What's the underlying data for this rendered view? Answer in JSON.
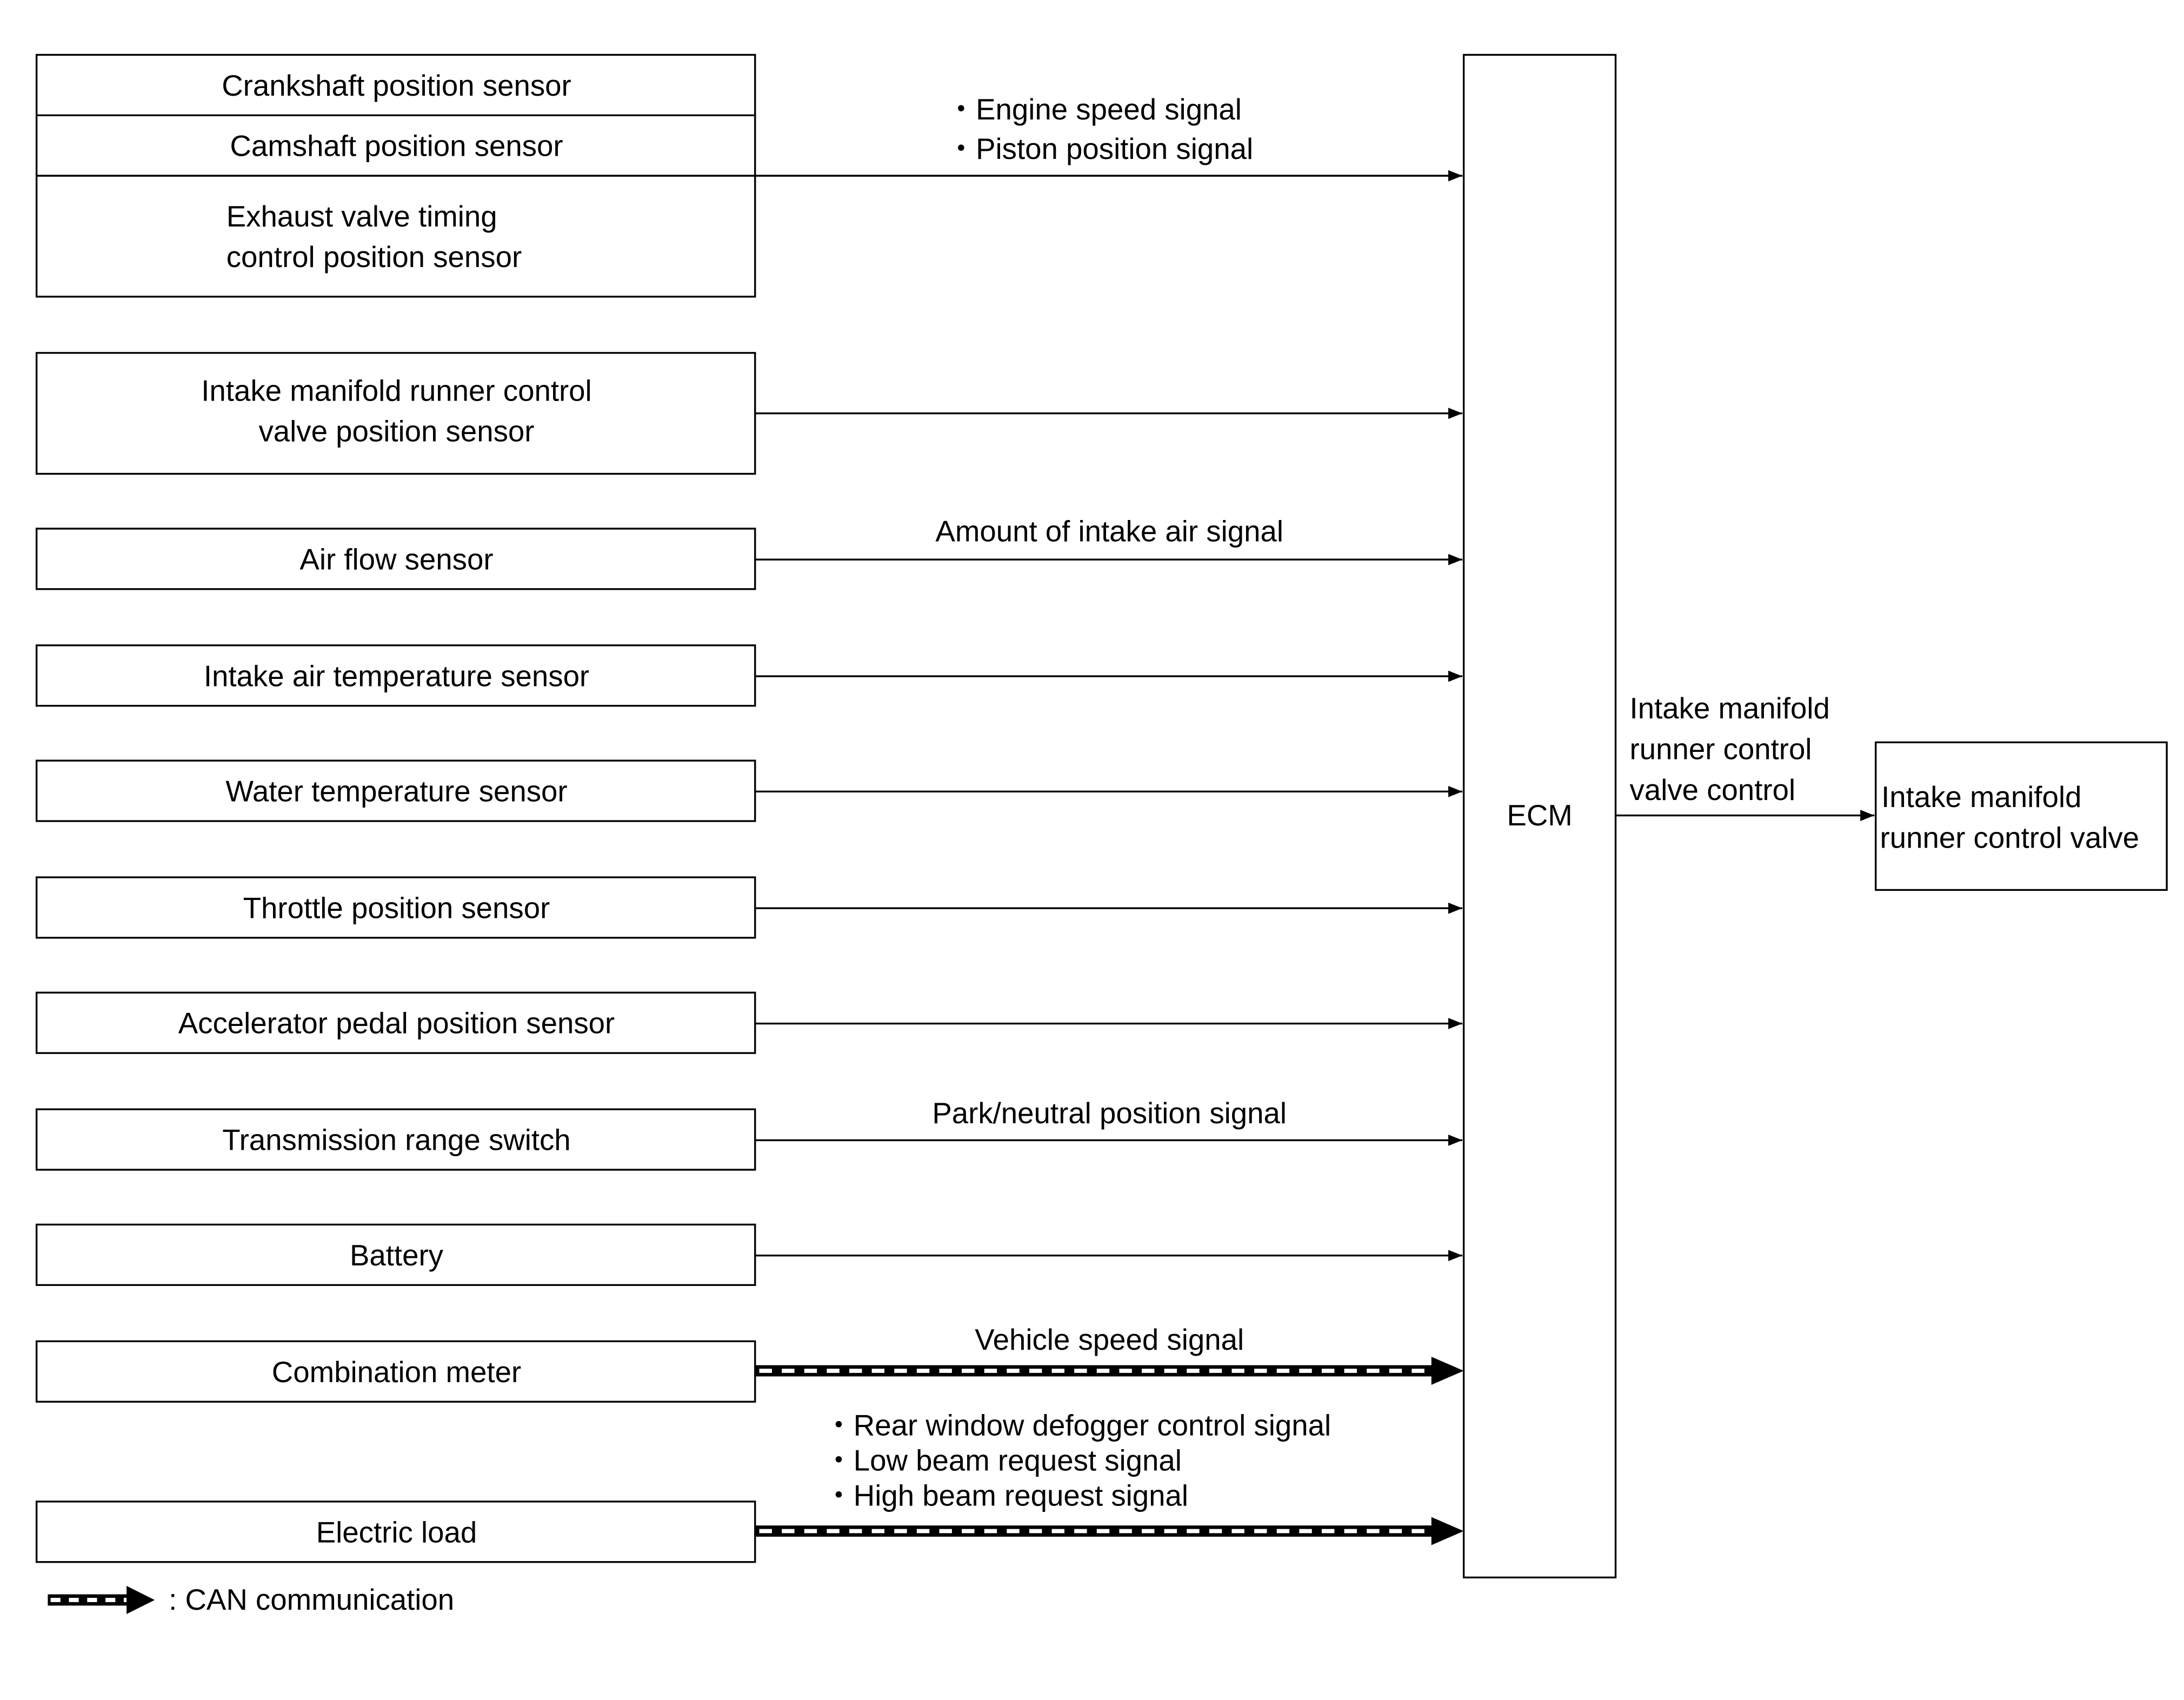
{
  "sensor_group": {
    "crankshaft": "Crankshaft position sensor",
    "camshaft": "Camshaft position sensor",
    "exhaust_line1": "Exhaust valve timing",
    "exhaust_line2": "control position sensor",
    "signal_line1": "・Engine speed signal",
    "signal_line2": "・Piston position signal"
  },
  "inputs": {
    "intake_runner_sensor_line1": "Intake manifold runner control",
    "intake_runner_sensor_line2": "valve position sensor",
    "air_flow": "Air flow sensor",
    "air_flow_signal": "Amount of intake air signal",
    "intake_air_temp": "Intake air temperature sensor",
    "water_temp": "Water temperature sensor",
    "throttle": "Throttle position sensor",
    "accelerator": "Accelerator pedal position sensor",
    "transmission": "Transmission range switch",
    "transmission_signal": "Park/neutral position signal",
    "battery": "Battery",
    "combination_meter": "Combination meter",
    "combination_meter_signal": "Vehicle speed signal",
    "electric_load": "Electric load",
    "electric_load_signal1": "・Rear window defogger control signal",
    "electric_load_signal2": "・Low beam request signal",
    "electric_load_signal3": "・High beam request signal"
  },
  "ecm": {
    "label": "ECM"
  },
  "output": {
    "signal_line1": "Intake manifold",
    "signal_line2": "runner control",
    "signal_line3": "valve control",
    "valve_line1": "Intake manifold",
    "valve_line2": "runner control valve"
  },
  "legend": {
    "label": ": CAN communication"
  }
}
